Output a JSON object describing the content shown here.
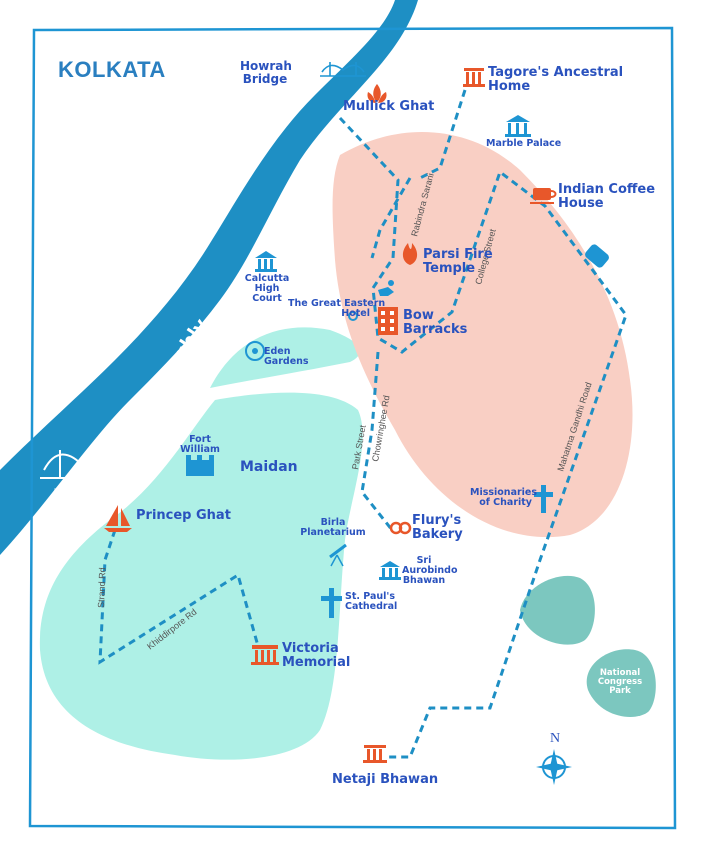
{
  "map_title": "KOLKATA",
  "river": "Hooghly",
  "areas": {
    "maidan": "Maidan"
  },
  "landmarks": {
    "howrah_bridge": "Howrah\nBridge",
    "mullick_ghat": "Mullick Ghat",
    "tagore_home": "Tagore's Ancestral\nHome",
    "marble_palace": "Marble Palace",
    "indian_coffee_house": "Indian Coffee\nHouse",
    "parsi_fire_temple": "Parsi Fire\nTemple",
    "calcutta_high_court": "Calcutta\nHigh\nCourt",
    "great_eastern_hotel": "The Great Eastern\nHotel",
    "bow_barracks": "Bow\nBarracks",
    "eden_gardens": "Eden\nGardens",
    "fort_william": "Fort\nWilliam",
    "vidyasagar_setu": "Vidyasagar\nSetu",
    "princep_ghat": "Princep Ghat",
    "birla_planetarium": "Birla\nPlanetarium",
    "flurys_bakery": "Flury's\nBakery",
    "missionaries_of_charity": "Missionaries\nof Charity",
    "sri_aurobindo_bhawan": "Sri\nAurobindo\nBhawan",
    "st_pauls_cathedral": "St. Paul's\nCathedral",
    "victoria_memorial": "Victoria\nMemorial",
    "national_congress_park": "National\nCongress\nPark",
    "netaji_bhawan": "Netaji Bhawan"
  },
  "streets": {
    "rabindra_sarani": "Rabindra Sarani",
    "college_street": "College Street",
    "mahatma_gandhi_road": "Mahatma Gandhi Road",
    "park_street": "Park Street",
    "chowringhee_rd": "Chowringhee Rd",
    "strand_rd": "Strand Rd",
    "khiddirpore_rd": "Khiddirpore Rd"
  },
  "compass": "N",
  "colors": {
    "river": "#1e8fc4",
    "park": "#aef0e6",
    "zone": "#f9cfc4",
    "route": "#1e8fc4",
    "text": "#2a52be",
    "accent": "#e8572a",
    "border": "#1e95d3",
    "green_patch": "#7cc7bf"
  }
}
